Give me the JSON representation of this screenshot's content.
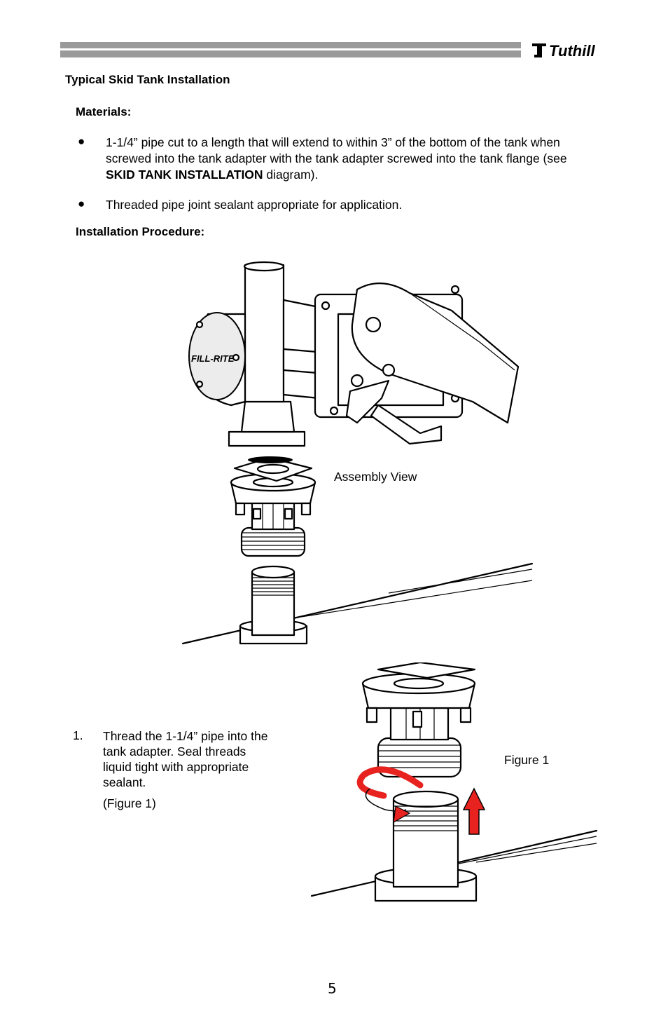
{
  "header": {
    "logo_text": "Tuthill"
  },
  "section_title": "Typical Skid Tank Installation",
  "materials": {
    "heading": "Materials:",
    "items": [
      {
        "text_before": "1-1/4” pipe cut to a length that will extend to within 3” of the bottom of the tank when screwed into the tank adapter with the tank adapter screwed into the tank flange (see ",
        "bold": "SKID TANK INSTALLATION",
        "text_after": " diagram)."
      },
      {
        "text": "Threaded pipe joint sealant appropriate for application."
      }
    ]
  },
  "procedure": {
    "heading": "Installation Procedure:",
    "steps": [
      {
        "number": "1.",
        "text": "Thread the 1-1/4” pipe into the tank adapter.  Seal threads liquid tight with appropriate sealant.",
        "reference": "(Figure 1)"
      }
    ]
  },
  "figures": {
    "assembly_label": "Assembly View",
    "figure1_label": "Figure 1",
    "pump_brand_text": "FILL-RITE"
  },
  "colors": {
    "arrow_red": "#e8231f",
    "header_bar": "#9a9a9a"
  },
  "page_number": "5"
}
